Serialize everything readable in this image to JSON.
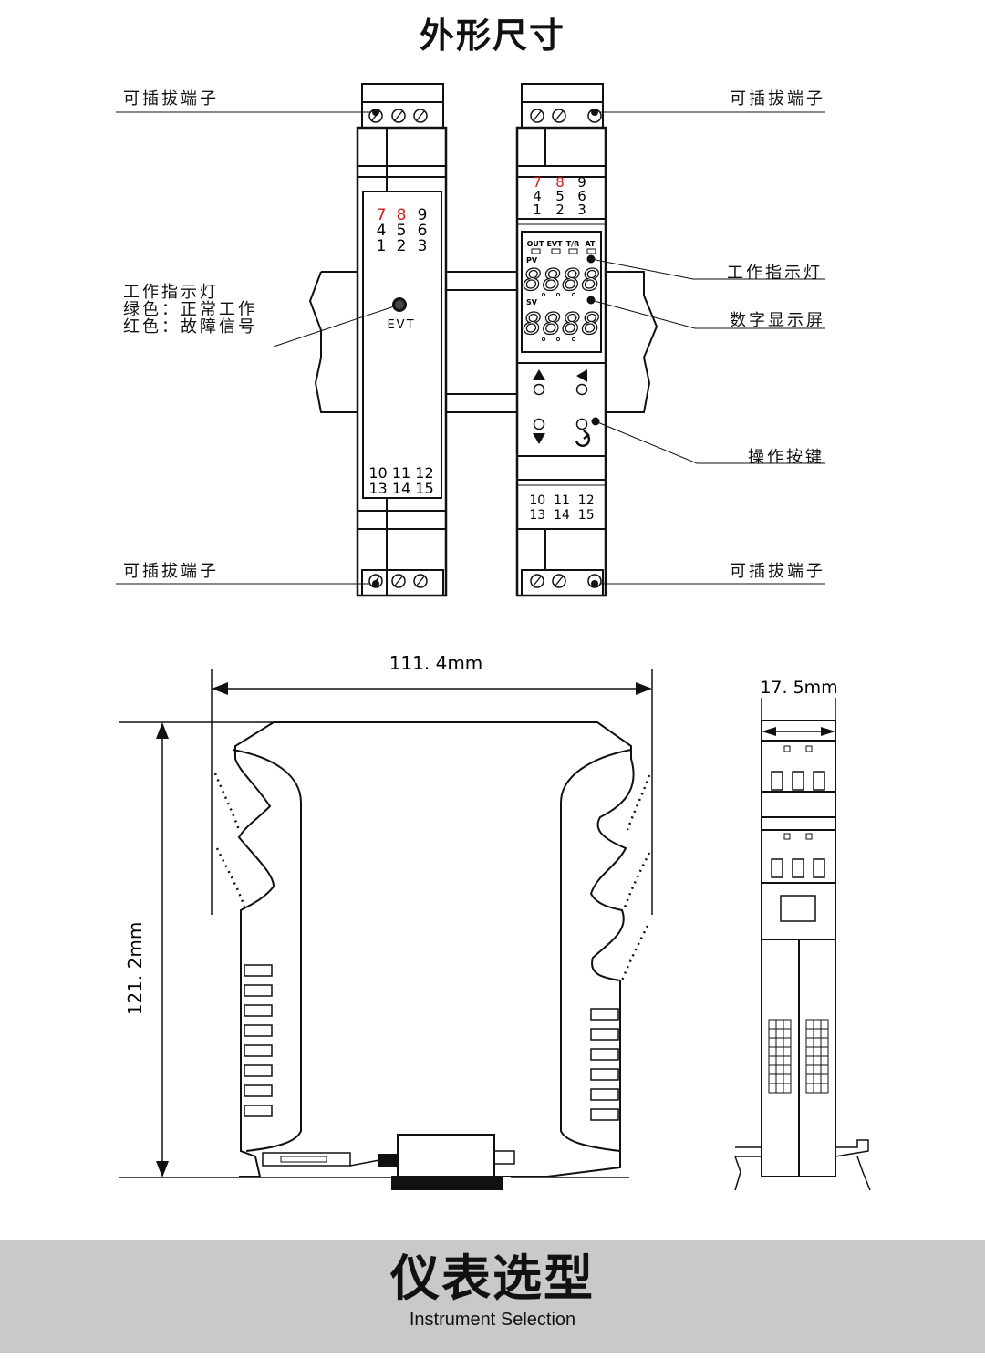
{
  "title": "外形尺寸",
  "labels": {
    "plug_terminal": "可插拔端子",
    "indicator_title": "工作指示灯",
    "indicator_green": "绿色：正常工作",
    "indicator_red": "红色：故障信号",
    "work_indicator": "工作指示灯",
    "digital_display": "数字显示屏",
    "operation_keys": "操作按键"
  },
  "left_panel": {
    "top_row1": [
      "7",
      "8",
      "9"
    ],
    "top_row2": [
      "4",
      "5",
      "6"
    ],
    "top_row3": [
      "1",
      "2",
      "3"
    ],
    "led_label": "EVT",
    "bottom_row1": "10 11 12",
    "bottom_row2": "13 14 15"
  },
  "right_panel": {
    "top_row1": [
      "7",
      "8",
      "9"
    ],
    "top_row2": [
      "4",
      "5",
      "6"
    ],
    "top_row3": [
      "1",
      "2",
      "3"
    ],
    "leds": [
      "OUT",
      "EVT",
      "T/R",
      "AT"
    ],
    "pv": "PV",
    "sv": "SV",
    "display_pv": "8888",
    "display_sv": "8888",
    "bottom_row1": "10  11  12",
    "bottom_row2": "13  14  15"
  },
  "dimensions": {
    "width": "111. 4mm",
    "height": "121. 2mm",
    "depth": "17. 5mm"
  },
  "highlight_color": "#d11a1a",
  "section": {
    "title": "仪表选型",
    "subtitle": "Instrument Selection"
  }
}
